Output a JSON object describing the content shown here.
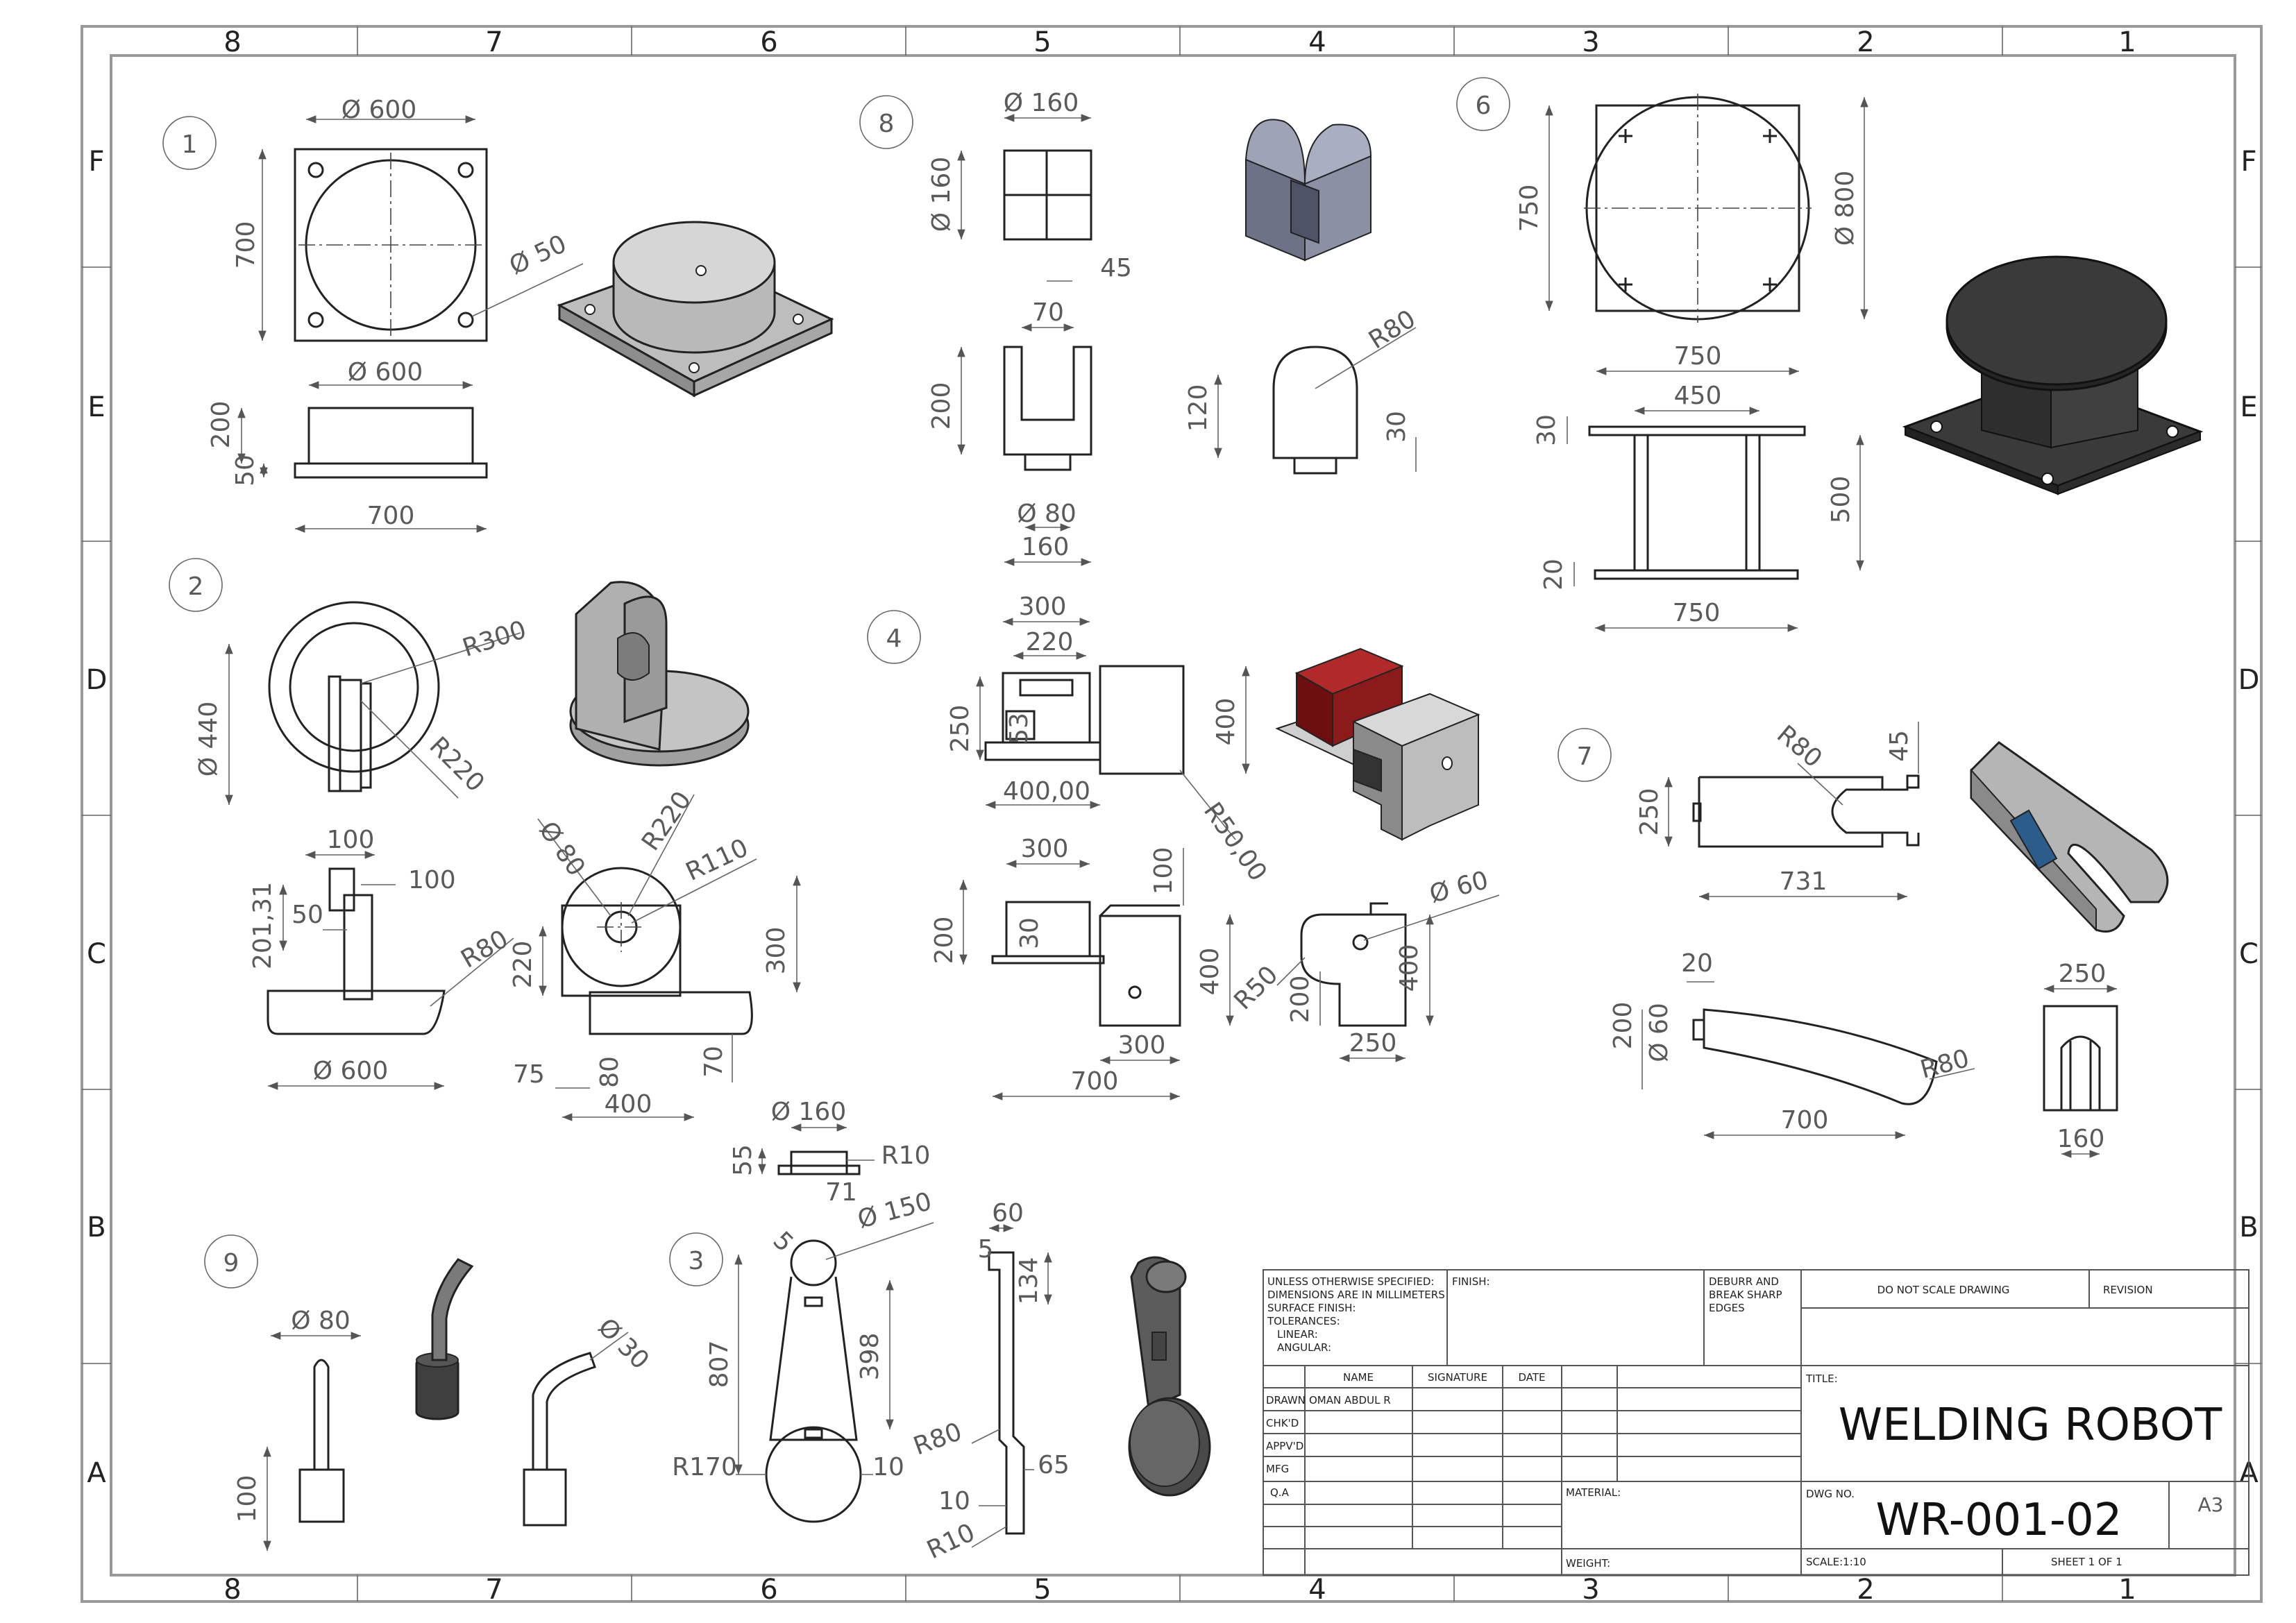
{
  "border": {
    "top_numbers": [
      "8",
      "7",
      "6",
      "5",
      "4",
      "3",
      "2",
      "1"
    ],
    "bottom_numbers": [
      "8",
      "7",
      "6",
      "5",
      "4",
      "3",
      "2",
      "1"
    ],
    "left_letters": [
      "F",
      "E",
      "D",
      "C",
      "B",
      "A"
    ],
    "right_letters": [
      "F",
      "E",
      "D",
      "C",
      "B",
      "A"
    ]
  },
  "views": {
    "v1": {
      "balloon": "1",
      "dims": [
        "Ø 600",
        "700",
        "Ø 50",
        "Ø 600",
        "200",
        "50",
        "700"
      ]
    },
    "v2": {
      "balloon": "2",
      "dims": [
        "R300",
        "Ø 440",
        "R220",
        "100",
        "100",
        "201,31",
        "50",
        "R80",
        "Ø 600",
        "Ø 80",
        "R220",
        "R110",
        "220",
        "300",
        "75",
        "80",
        "400",
        "70"
      ]
    },
    "v3": {
      "balloon": "3",
      "dims": [
        "Ø 160",
        "55",
        "R10",
        "71",
        "5",
        "Ø 150",
        "807",
        "398",
        "R170",
        "10",
        "60",
        "5",
        "134",
        "R80",
        "65",
        "10",
        "R10"
      ]
    },
    "v4": {
      "balloon": "4",
      "dims": [
        "300",
        "220",
        "250",
        "53",
        "400",
        "400,00",
        "R50,00",
        "300",
        "100",
        "200",
        "30",
        "400",
        "300",
        "700",
        "Ø 60",
        "R50",
        "200",
        "400",
        "250"
      ]
    },
    "v6": {
      "balloon": "6",
      "dims": [
        "750",
        "Ø 800",
        "750",
        "450",
        "30",
        "500",
        "20",
        "750"
      ]
    },
    "v7": {
      "balloon": "7",
      "dims": [
        "R80",
        "45",
        "250",
        "731",
        "20",
        "200",
        "Ø 60",
        "R80",
        "700",
        "250",
        "160"
      ]
    },
    "v8": {
      "balloon": "8",
      "dims": [
        "Ø 160",
        "Ø 160",
        "45",
        "70",
        "200",
        "Ø 80",
        "160",
        "R80",
        "120",
        "30"
      ]
    },
    "v9": {
      "balloon": "9",
      "dims": [
        "Ø 80",
        "100",
        "Ø 30"
      ]
    }
  },
  "title_block": {
    "notes": [
      "UNLESS OTHERWISE SPECIFIED:",
      "DIMENSIONS ARE IN MILLIMETERS",
      "SURFACE FINISH:",
      "TOLERANCES:",
      "LINEAR:",
      "ANGULAR:"
    ],
    "finish_label": "FINISH:",
    "deburr": [
      "DEBURR AND",
      "BREAK SHARP",
      "EDGES"
    ],
    "do_not_scale": "DO NOT SCALE DRAWING",
    "revision_label": "REVISION",
    "col_name": "NAME",
    "col_signature": "SIGNATURE",
    "col_date": "DATE",
    "rows": [
      "DRAWN",
      "CHK'D",
      "APPV'D",
      "MFG",
      "Q.A"
    ],
    "drawn_name": "OMAN ABDUL R",
    "title_label": "TITLE:",
    "title": "WELDING ROBOT",
    "material_label": "MATERIAL:",
    "dwg_no_label": "DWG NO.",
    "dwg_no": "WR-001-02",
    "size": "A3",
    "weight_label": "WEIGHT:",
    "scale": "SCALE:1:10",
    "sheet": "SHEET 1 OF 1"
  },
  "colors": {
    "part_grey": "#9a9a9a",
    "part_dark": "#3a3a3a",
    "part_blue_grey": "#7d8296",
    "part_red": "#8b1a1a"
  }
}
